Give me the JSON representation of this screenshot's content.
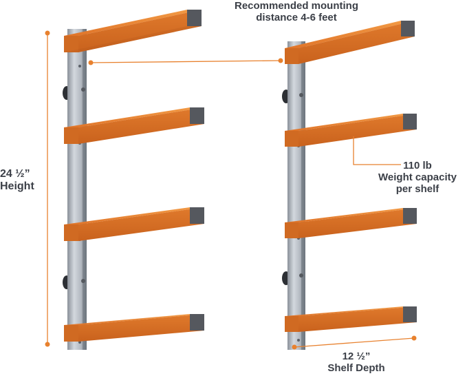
{
  "annotations": {
    "mounting": {
      "line1": "Recommended mounting",
      "line2": "distance 4-6 feet"
    },
    "height": {
      "line1": "24 ½”",
      "line2": "Height"
    },
    "capacity": {
      "line1": "110 lb",
      "line2": "Weight capacity",
      "line3": "per shelf"
    },
    "depth": {
      "line1": "12 ½”",
      "line2": "Shelf Depth"
    }
  },
  "colors": {
    "arm_orange": "#e8812e",
    "arm_dark": "#c2601a",
    "arm_end_cap": "#5a5d63",
    "upright_steel": "#b8bec6",
    "upright_shade": "#7d848d",
    "bracket": "#9aa1a9",
    "dimension_dot": "#e8812e",
    "text": "#3b3f47"
  },
  "racks": {
    "count": 2,
    "arms_per_rack": 4
  }
}
